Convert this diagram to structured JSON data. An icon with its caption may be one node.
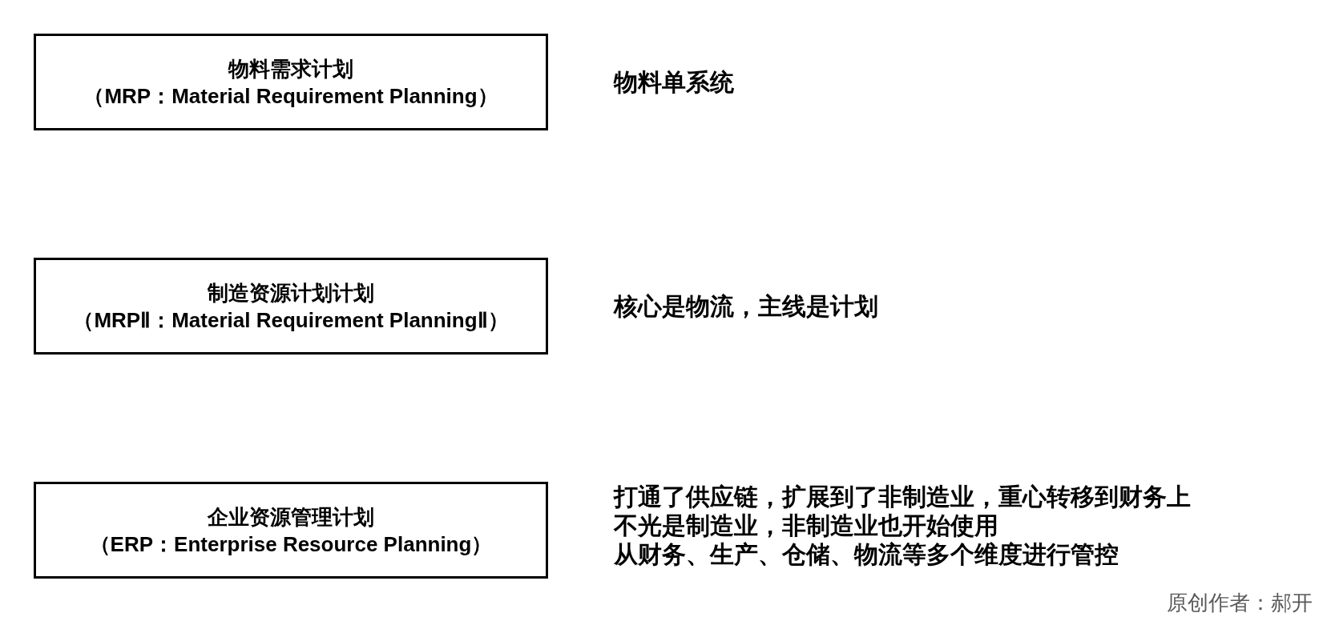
{
  "diagram": {
    "nodes": [
      {
        "text": [
          "物料需求计划",
          "（MRP：Material Requirement Planning）"
        ],
        "beside": [
          "物料单系统"
        ]
      },
      {
        "text": [
          "制造资源计划计划",
          "（MRPⅡ：Material Requirement PlanningⅡ）"
        ],
        "beside": [
          "核心是物流，主线是计划"
        ]
      },
      {
        "text": [
          "企业资源管理计划",
          "（ERP：Enterprise Resource Planning）"
        ],
        "beside": [
          "打通了供应链，扩展到了非制造业，重心转移到财务上",
          "不光是制造业，非制造业也开始使用",
          "从财务、生产、仓储、物流等多个维度进行管控"
        ]
      }
    ],
    "labels": [
      "原创作者：郝开"
    ]
  }
}
